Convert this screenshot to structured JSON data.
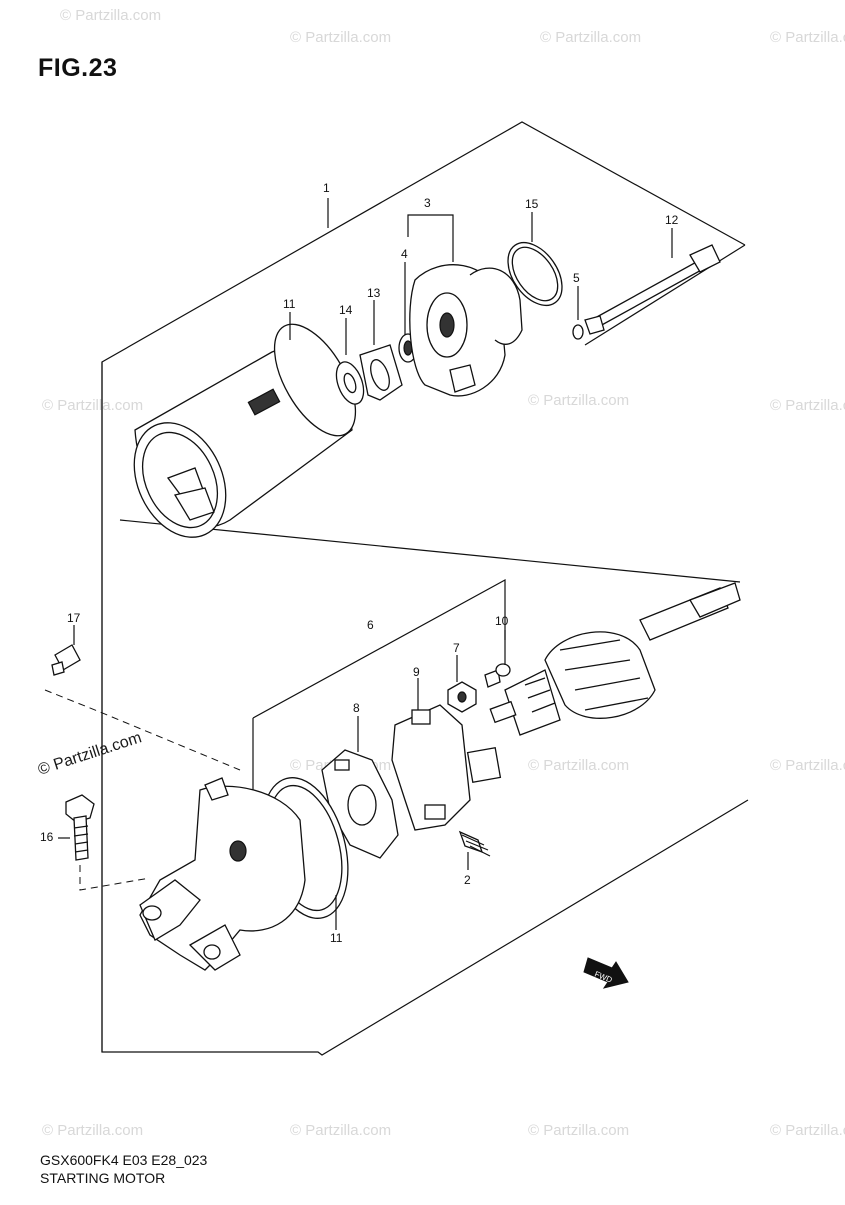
{
  "figure": {
    "title": "FIG.23",
    "code": "GSX600FK4 E03 E28_023",
    "name": "STARTING MOTOR"
  },
  "watermark": {
    "text": "© Partzilla.com",
    "prominent_text": "© Partzilla.com"
  },
  "callouts": [
    "1",
    "2",
    "3",
    "4",
    "5",
    "6",
    "7",
    "8",
    "9",
    "10",
    "11",
    "11",
    "12",
    "13",
    "14",
    "15",
    "16",
    "17"
  ],
  "direction_arrow": {
    "label": "FWD",
    "icon": "forward-arrow-icon"
  }
}
